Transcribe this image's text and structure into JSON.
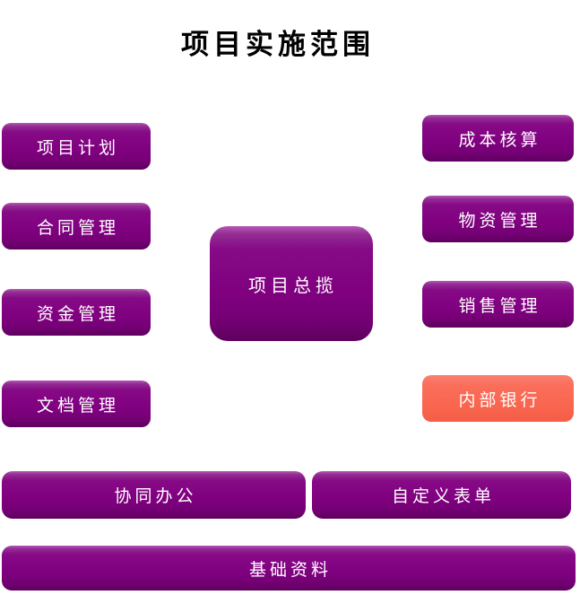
{
  "title": "项目实施范围",
  "diagram": {
    "center": {
      "label": "项目总揽"
    },
    "left_column": [
      {
        "label": "项目计划"
      },
      {
        "label": "合同管理"
      },
      {
        "label": "资金管理"
      },
      {
        "label": "文档管理"
      }
    ],
    "right_column": [
      {
        "label": "成本核算"
      },
      {
        "label": "物资管理"
      },
      {
        "label": "销售管理"
      },
      {
        "label": "内部银行"
      }
    ],
    "bottom_row": [
      {
        "label": "协同办公"
      },
      {
        "label": "自定义表单"
      }
    ],
    "base": {
      "label": "基础资料"
    }
  },
  "colors": {
    "module_purple": "#800080",
    "highlight_coral": "#f9664f",
    "label_text": "#ffffff",
    "title_text": "#000000",
    "background": "#ffffff"
  }
}
